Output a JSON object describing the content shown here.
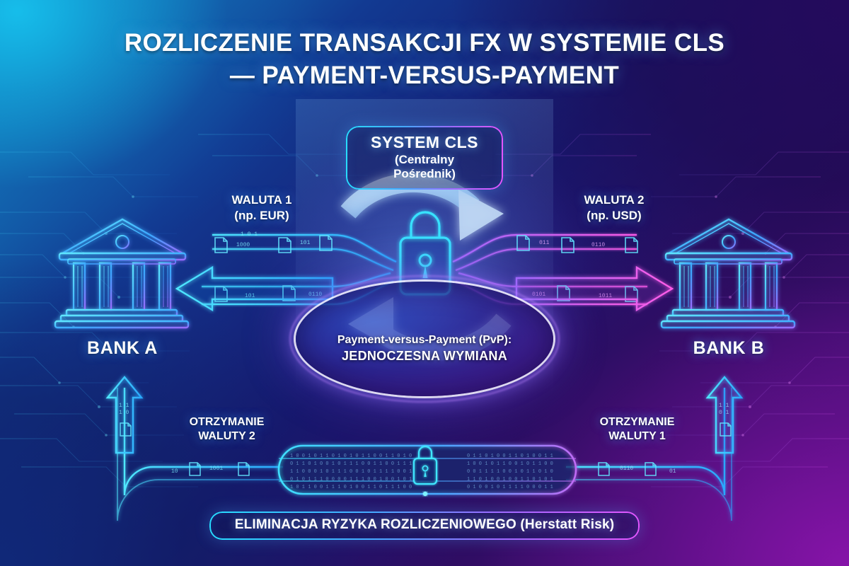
{
  "title": {
    "line1": "ROZLICZENIE TRANSAKCJI FX W SYSTEMIE CLS",
    "line2": "— PAYMENT-VERSUS-PAYMENT"
  },
  "cls_box": {
    "heading": "SYSTEM CLS",
    "subheading": "(Centralny Pośrednik)"
  },
  "flows": {
    "currency1_label": "WALUTA 1",
    "currency1_sub": "(np. EUR)",
    "currency2_label": "WALUTA 2",
    "currency2_sub": "(np. USD)",
    "receive_left_line1": "OTRZYMANIE",
    "receive_left_line2": "WALUTY 2",
    "receive_right_line1": "OTRZYMANIE",
    "receive_right_line2": "WALUTY 1"
  },
  "banks": {
    "left_label": "BANK A",
    "right_label": "BANK B"
  },
  "pvp": {
    "line1": "Payment-versus-Payment (PvP):",
    "line2": "JEDNOCZESNA WYMIANA"
  },
  "footer": {
    "banner": "ELIMINACJA RYZYKA ROZLICZENIOWEGO (Herstatt Risk)"
  },
  "icons": {
    "center_lock": "lock-icon",
    "server_lock": "lock-icon",
    "bank_building": "bank-building-icon",
    "cycle_arrows": "circular-exchange-arrows-icon",
    "document": "document-icon"
  },
  "colors": {
    "cyan": "#29d8ff",
    "blue": "#1f7fe0",
    "magenta": "#e35cf0",
    "purple": "#8a2be2",
    "white": "#ffffff",
    "bg_top_left": "#14b8e0",
    "bg_top_right": "#210a52",
    "bg_bottom_left": "#12266e",
    "bg_bottom_right": "#6d1090"
  }
}
